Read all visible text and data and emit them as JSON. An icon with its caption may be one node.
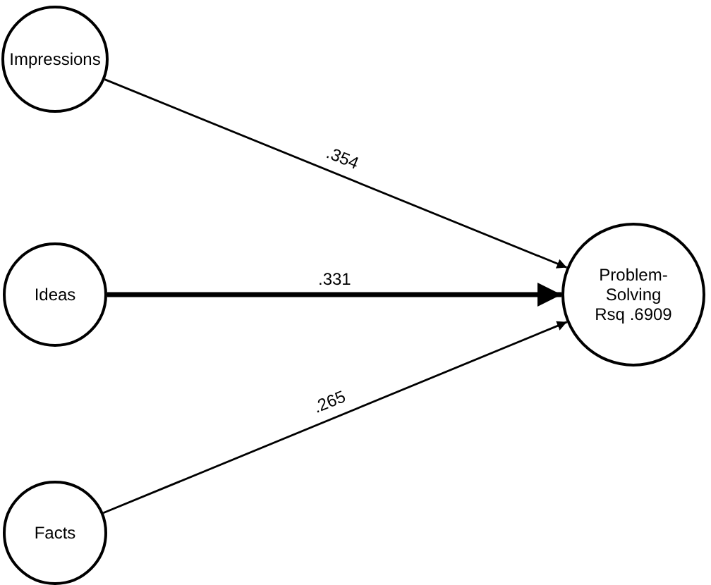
{
  "diagram": {
    "nodes": [
      {
        "text": [
          "Impressions"
        ]
      },
      {
        "text": [
          "Ideas"
        ]
      },
      {
        "text": [
          "Facts"
        ]
      },
      {
        "text": [
          "Problem-Solving",
          "Rsq .6909"
        ]
      }
    ],
    "edges": [
      {
        "from": 0,
        "to": 3,
        "arrow": "to",
        "label": ".354"
      },
      {
        "from": 1,
        "to": 3,
        "arrow": "to",
        "label": ".331",
        "style": "thick"
      },
      {
        "from": 2,
        "to": 3,
        "arrow": "to",
        "label": ".265"
      }
    ]
  }
}
